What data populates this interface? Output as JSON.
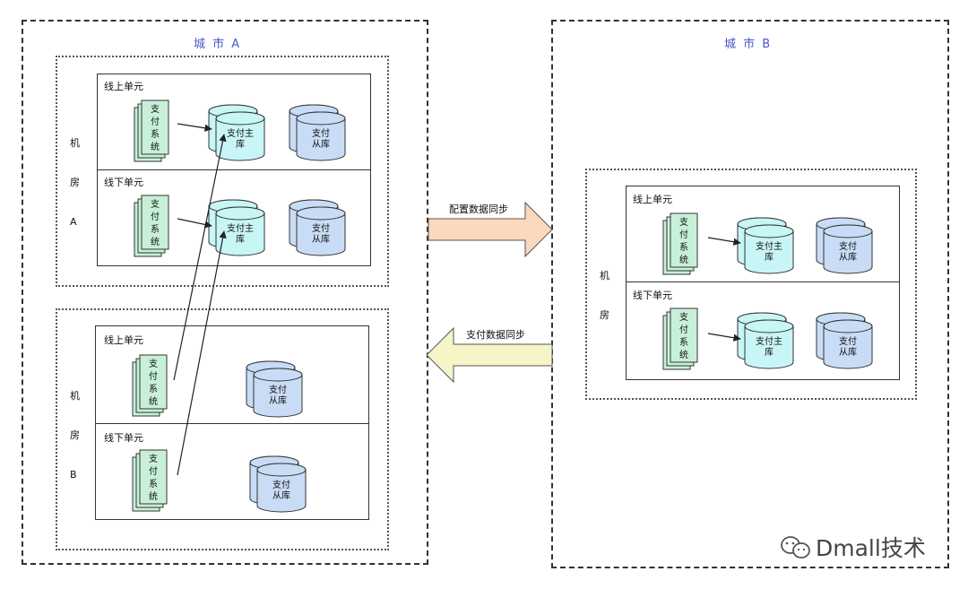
{
  "cityA": {
    "title": "城 市 A",
    "roomA": {
      "label": "机\n房\nA",
      "units": [
        {
          "label": "线上单元"
        },
        {
          "label": "线下单元"
        }
      ]
    },
    "roomB": {
      "label": "机\n房\nB",
      "units": [
        {
          "label": "线上单元"
        },
        {
          "label": "线下单元"
        }
      ]
    }
  },
  "cityB": {
    "title": "城 市 B",
    "room": {
      "label": "机\n房",
      "units": [
        {
          "label": "线上单元"
        },
        {
          "label": "线下单元"
        }
      ]
    }
  },
  "nodes": {
    "pay_system": "支\n付\n系\n统",
    "master_db": "支付主\n库",
    "slave_db": "支付\n从库"
  },
  "arrows": {
    "config_sync": "配置数据同步",
    "pay_sync": "支付数据同步"
  },
  "watermark": "Dmall技术",
  "colors": {
    "pay_system_fill": "#c8f0d8",
    "master_db_fill": "#c8f5f5",
    "slave_db_fill": "#c8dcf5",
    "config_arrow_fill": "#fcd9bd",
    "pay_arrow_fill": "#f5f5c8",
    "city_title": "#4a55c8"
  }
}
